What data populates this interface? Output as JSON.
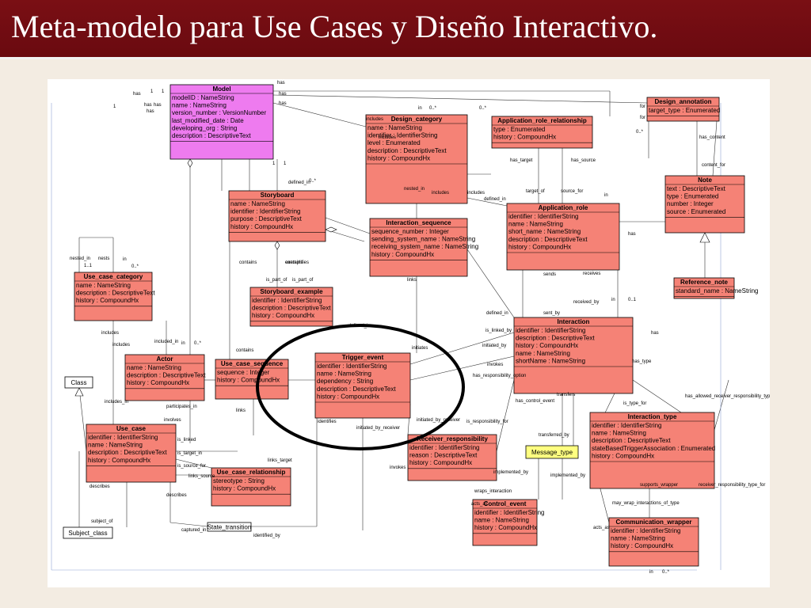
{
  "title": "Meta-modelo para Use Cases y Diseño Interactivo.",
  "colors": {
    "class_fill": "#f58276",
    "model_fill": "#ee7bef",
    "message_fill": "#ffff80",
    "plain_fill": "#ffffff",
    "line": "#8fa3d6",
    "title_bg": "#6e0b11"
  },
  "classes": [
    {
      "id": "model",
      "name": "Model",
      "fill": "model",
      "attrs": [
        "modelID : NameString",
        "name : NameString",
        "version_number : VersionNumber",
        "last_modified_date : Date",
        "developing_org : String",
        "description : DescriptiveText"
      ]
    },
    {
      "id": "storyboard",
      "name": "Storyboard",
      "fill": "class",
      "attrs": [
        "name : NameString",
        "identifier : IdentifierString",
        "purpose : DescriptiveText",
        "history : CompoundHx"
      ]
    },
    {
      "id": "design_category",
      "name": "Design_category",
      "fill": "class",
      "attrs": [
        "name : NameString",
        "identifier : IdentifierString",
        "level : Enumerated",
        "description : DescriptiveText",
        "history : CompoundHx"
      ]
    },
    {
      "id": "app_role_rel",
      "name": "Application_role_relationship",
      "fill": "class",
      "attrs": [
        "type : Enumerated",
        "history : CompoundHx"
      ]
    },
    {
      "id": "design_annotation",
      "name": "Design_annotation",
      "fill": "class",
      "attrs": [
        "target_type : Enumerated"
      ]
    },
    {
      "id": "note",
      "name": "Note",
      "fill": "class",
      "attrs": [
        "text : DescriptiveText",
        "type : Enumerated",
        "number : Integer",
        "source : Enumerated"
      ]
    },
    {
      "id": "reference_note",
      "name": "Reference_note",
      "fill": "class",
      "attrs": [
        "standard_name : NameString"
      ]
    },
    {
      "id": "application_role",
      "name": "Application_role",
      "fill": "class",
      "attrs": [
        "identifier : IdentifierString",
        "name : NameString",
        "short_name : NameString",
        "description : DescriptiveText",
        "history : CompoundHx"
      ]
    },
    {
      "id": "interaction_sequence",
      "name": "Interaction_sequence",
      "fill": "class",
      "attrs": [
        "sequence_number : Integer",
        "sending_system_name : NameString",
        "receiving_system_name : NameString",
        "history : CompoundHx"
      ]
    },
    {
      "id": "storyboard_example",
      "name": "Storyboard_example",
      "fill": "class",
      "attrs": [
        "identifier : IdentifierString",
        "description : DescriptiveText",
        "history : CompoundHx"
      ]
    },
    {
      "id": "use_case_category",
      "name": "Use_case_category",
      "fill": "class",
      "attrs": [
        "name : NameString",
        "description : DescriptiveText",
        "history : CompoundHx"
      ]
    },
    {
      "id": "actor",
      "name": "Actor",
      "fill": "class",
      "attrs": [
        "name : NameString",
        "description : DescriptiveText",
        "history : CompoundHx"
      ]
    },
    {
      "id": "use_case_sequence",
      "name": "Use_case_sequence",
      "fill": "class",
      "attrs": [
        "sequence : Integer",
        "history : CompoundHx"
      ]
    },
    {
      "id": "trigger_event",
      "name": "Trigger_event",
      "fill": "class",
      "attrs": [
        "identifier : IdentifierString",
        "name : NameString",
        "dependency : String",
        "description : DescriptiveText",
        "history : CompoundHx"
      ]
    },
    {
      "id": "interaction",
      "name": "Interaction",
      "fill": "class",
      "attrs": [
        "identifier : IdentifierString",
        "description : DescriptiveText",
        "history : CompoundHx",
        "name : NameString",
        "shortName : NameString"
      ]
    },
    {
      "id": "use_case",
      "name": "Use_case",
      "fill": "class",
      "attrs": [
        "identifier : IdentifierString",
        "name : NameString",
        "description : DescriptiveText",
        "history : CompoundHx"
      ]
    },
    {
      "id": "use_case_relationship",
      "name": "Use_case_relationship",
      "fill": "class",
      "attrs": [
        "stereotype : String",
        "history : CompoundHx"
      ]
    },
    {
      "id": "receiver_responsibility",
      "name": "Receiver_responsibility",
      "fill": "class",
      "attrs": [
        "identifier : IdentifierString",
        "reason : DescriptiveText",
        "history : CompoundHx"
      ]
    },
    {
      "id": "interaction_type",
      "name": "Interaction_type",
      "fill": "class",
      "attrs": [
        "identifier : IdentifierString",
        "name : NameString",
        "description : DescriptiveText",
        "stateBasedTriggerAssociation : Enumerated",
        "history : CompoundHx"
      ]
    },
    {
      "id": "control_event",
      "name": "Control_event",
      "fill": "class",
      "attrs": [
        "identifier : IdentifierString",
        "name : NameString",
        "history : CompoundHx"
      ]
    },
    {
      "id": "communication_wrapper",
      "name": "Communication_wrapper",
      "fill": "class",
      "attrs": [
        "identifier : IdentifierString",
        "name : NameString",
        "history : CompoundHx"
      ]
    },
    {
      "id": "message_type",
      "name": "Message_type",
      "fill": "message",
      "attrs": []
    },
    {
      "id": "class_box",
      "name": "Class",
      "fill": "plain",
      "attrs": []
    },
    {
      "id": "subject_class",
      "name": "Subject_class",
      "fill": "plain",
      "attrs": []
    },
    {
      "id": "state_transition",
      "name": "State_transition",
      "fill": "plain",
      "attrs": []
    }
  ],
  "labels": [
    "has",
    "has",
    "has",
    "has",
    "has",
    "has",
    "has",
    "1",
    "1",
    "1",
    "1",
    "1",
    "includes",
    "includes",
    "in",
    "0..*",
    "0..*",
    "for",
    "for",
    "0..*",
    "has_content",
    "content_for",
    "defined_in",
    "0..*",
    "nested_in",
    "includes",
    "includes",
    "defined_in",
    "has_target",
    "has_source",
    "target_of",
    "source_for",
    "in",
    "contains",
    "is_part_of",
    "contains",
    "exemplifies",
    "is_part_of",
    "nested_in",
    "nests",
    "1..1",
    "in",
    "0..*",
    "has",
    "has",
    "sends",
    "receives",
    "received_by",
    "sent_by",
    "in",
    "0..1",
    "includes",
    "links",
    "defined_in",
    "is_linked_by",
    "defined_in",
    "initiated_by",
    "initiates",
    "invokes",
    "has_type",
    "includes",
    "included_in",
    "in",
    "0..*",
    "contains",
    "has_responsibility_option",
    "transfers",
    "has_control_event",
    "is_type_for",
    "has_allowed_receiver_responsibility_type",
    "includes_in",
    "participates_in",
    "involves",
    "links",
    "identifies",
    "initiated_by_receiver",
    "initiated_by_receiver",
    "is_responsibility_for",
    "invokes",
    "transferred_by",
    "implemented_by",
    "implemented_by",
    "supports_wrapper",
    "receiver_responsibility_type_for",
    "may_wrap_interactions_of_type",
    "acts_as",
    "wraps_interaction",
    "acts_as",
    "is_linked",
    "is_target_in",
    "is_source_for",
    "links_target",
    "links_source",
    "describes",
    "describes",
    "subject_of",
    "captured_in",
    "identified_by",
    "in",
    "0..*"
  ]
}
